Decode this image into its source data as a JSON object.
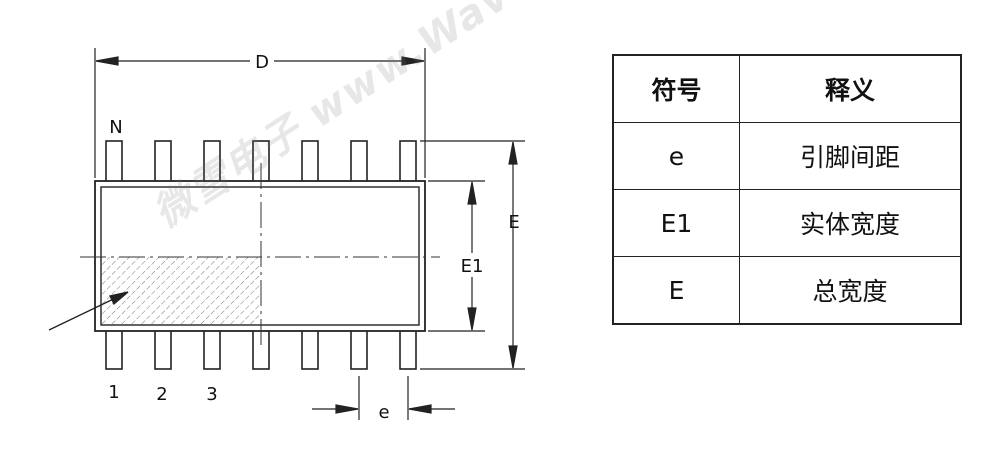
{
  "diagram": {
    "labels": {
      "width": "D",
      "total_height": "E",
      "body_height": "E1",
      "pitch": "e",
      "pin_n": "N",
      "pin_1": "1",
      "pin_2": "2",
      "pin_3": "3"
    }
  },
  "legend": {
    "header": [
      "符号",
      "释义"
    ],
    "rows": [
      {
        "symbol": "e",
        "meaning": "引脚间距"
      },
      {
        "symbol": "E1",
        "meaning": "实体宽度"
      },
      {
        "symbol": "E",
        "meaning": "总宽度"
      }
    ]
  },
  "watermark": "微雪电子 www.Waveshare.Net"
}
